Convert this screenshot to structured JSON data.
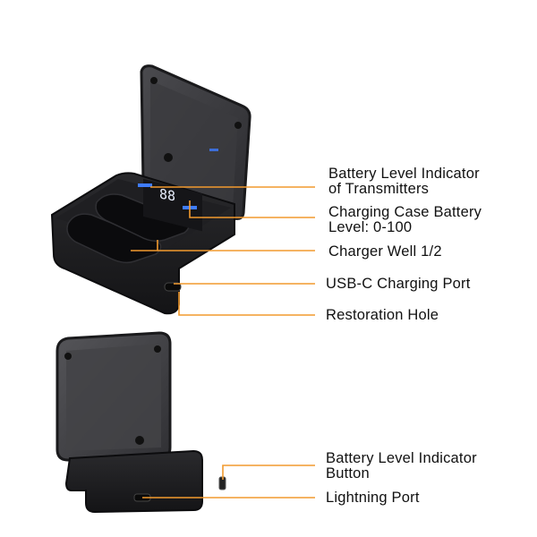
{
  "colors": {
    "leader_line": "#f29a2e",
    "case_body": "#1c1c1e",
    "lid_smoke": "#3a3a3d",
    "led_blue": "#3f7cff",
    "background": "#ffffff"
  },
  "top_device": {
    "description_icon": "charging-case-open-icon",
    "callouts": [
      {
        "id": "battery-indicator-transmitters",
        "lines": [
          "Battery Level Indicator",
          "of Transmitters"
        ]
      },
      {
        "id": "case-battery-level",
        "lines": [
          "Charging Case Battery",
          "Level: 0-100"
        ]
      },
      {
        "id": "charger-well",
        "lines": [
          "Charger Well 1/2"
        ]
      },
      {
        "id": "usbc-port",
        "lines": [
          "USB-C Charging Port"
        ]
      },
      {
        "id": "restoration-hole",
        "lines": [
          "Restoration Hole"
        ]
      }
    ]
  },
  "bottom_device": {
    "description_icon": "charging-case-side-icon",
    "callouts": [
      {
        "id": "battery-indicator-button",
        "lines": [
          "Battery Level Indicator",
          "Button"
        ]
      },
      {
        "id": "lightning-port",
        "lines": [
          "Lightning Port"
        ]
      }
    ]
  }
}
